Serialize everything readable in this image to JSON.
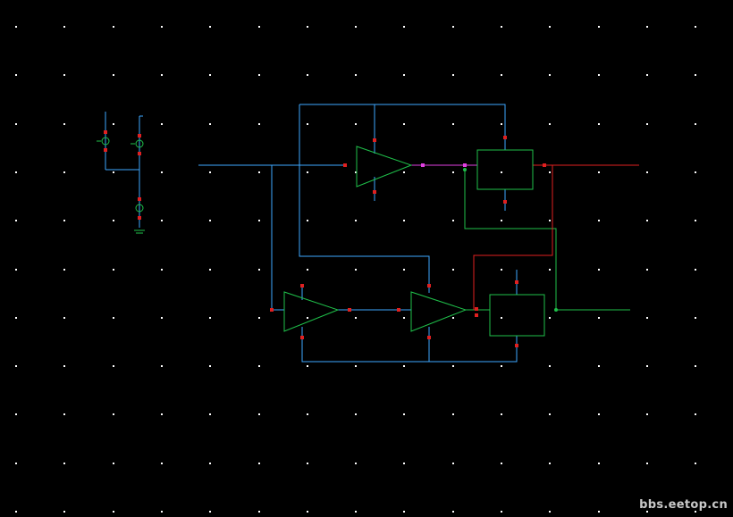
{
  "schematic": {
    "background_color": "#000000",
    "grid_dot_color": "#ffffff",
    "wire_color": "#3ea8ff",
    "symbol_color": "#1fbf4a",
    "net_highlight_color": "#e02020",
    "pin_color": "#e02020",
    "selected_pin_color": "#e040e0",
    "grid_visible": true
  },
  "components": [
    {
      "type": "voltage-source",
      "icon": "dc-source-icon"
    },
    {
      "type": "voltage-source",
      "icon": "dc-source-icon"
    },
    {
      "type": "ground",
      "icon": "ground-icon"
    },
    {
      "type": "buffer",
      "icon": "triangle-amplifier-icon"
    },
    {
      "type": "buffer",
      "icon": "triangle-amplifier-icon"
    },
    {
      "type": "buffer",
      "icon": "triangle-amplifier-icon"
    },
    {
      "type": "block",
      "icon": "rectangle-block-icon"
    },
    {
      "type": "block",
      "icon": "rectangle-block-icon"
    }
  ],
  "watermark": {
    "text": "bbs.eetop.cn"
  }
}
